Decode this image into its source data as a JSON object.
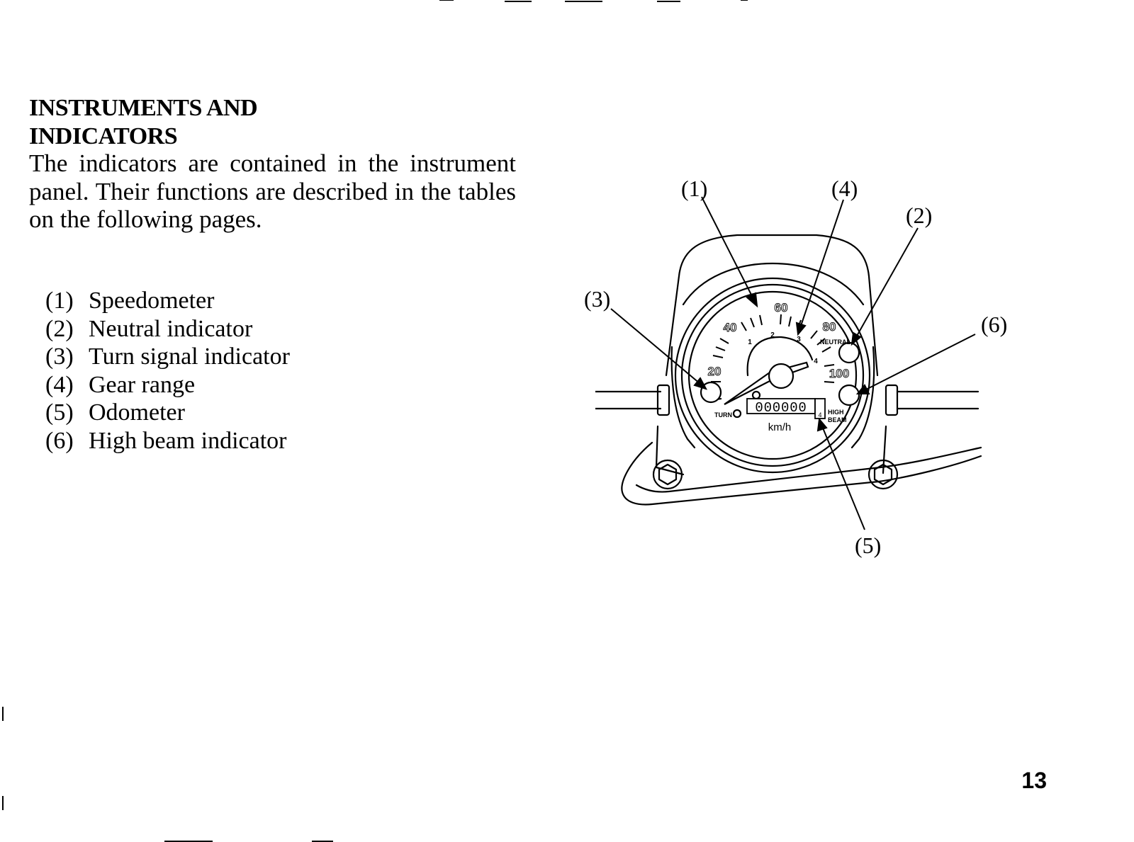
{
  "heading": {
    "line1": "INSTRUMENTS AND",
    "line2": "INDICATORS"
  },
  "intro": "The indicators are contained in the instrument panel. Their functions are described in the tables on the following pages.",
  "legend": [
    {
      "num": "(1)",
      "label": "Speedometer"
    },
    {
      "num": "(2)",
      "label": "Neutral indicator"
    },
    {
      "num": "(3)",
      "label": "Turn signal indicator"
    },
    {
      "num": "(4)",
      "label": "Gear range"
    },
    {
      "num": "(5)",
      "label": "Odometer"
    },
    {
      "num": "(6)",
      "label": "High beam indicator"
    }
  ],
  "figure": {
    "callouts": [
      "(1)",
      "(2)",
      "(3)",
      "(4)",
      "(5)",
      "(6)"
    ],
    "dial": {
      "speed_labels": [
        "20",
        "40",
        "60",
        "80",
        "100"
      ],
      "gear_labels": [
        "1",
        "2",
        "3",
        "4"
      ],
      "neutral_label": "NEUTRAL",
      "turn_label": "TURN",
      "odometer_digits": "000000",
      "odometer_trip": "4",
      "unit": "km/h",
      "high_beam_label_1": "HIGH",
      "high_beam_label_2": "BEAM"
    }
  },
  "page_number": "13"
}
